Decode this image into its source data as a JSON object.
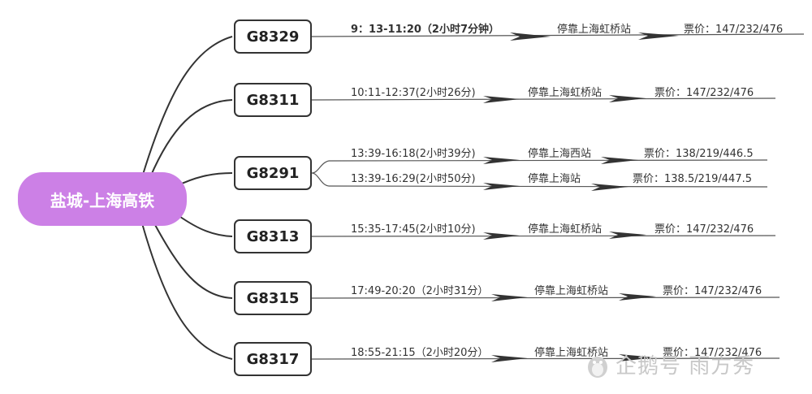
{
  "root": {
    "label": "盐城-上海高铁",
    "color": "#cc80e6"
  },
  "trains": [
    {
      "code": "G8329",
      "rows": [
        {
          "time": "9：13-11:20（2小时7分钟）",
          "station": "停靠上海虹桥站",
          "price": "票价：147/232/476"
        }
      ]
    },
    {
      "code": "G8311",
      "rows": [
        {
          "time": "10:11-12:37(2小时26分)",
          "station": "停靠上海虹桥站",
          "price": "票价：147/232/476"
        }
      ]
    },
    {
      "code": "G8291",
      "rows": [
        {
          "time": "13:39-16:18(2小时39分)",
          "station": "停靠上海西站",
          "price": "票价：138/219/446.5"
        },
        {
          "time": "13:39-16:29(2小时50分)",
          "station": "停靠上海站",
          "price": "票价：138.5/219/447.5"
        }
      ]
    },
    {
      "code": "G8313",
      "rows": [
        {
          "time": "15:35-17:45(2小时10分)",
          "station": "停靠上海虹桥站",
          "price": "票价：147/232/476"
        }
      ]
    },
    {
      "code": "G8315",
      "rows": [
        {
          "time": "17:49-20:20（2小时31分）",
          "station": "停靠上海虹桥站",
          "price": "票价：147/232/476"
        }
      ]
    },
    {
      "code": "G8317",
      "rows": [
        {
          "time": "18:55-21:15（2小时20分）",
          "station": "停靠上海虹桥站",
          "price": "票价：147/232/476"
        }
      ]
    }
  ],
  "watermark": "企鹅号 雨方秀"
}
